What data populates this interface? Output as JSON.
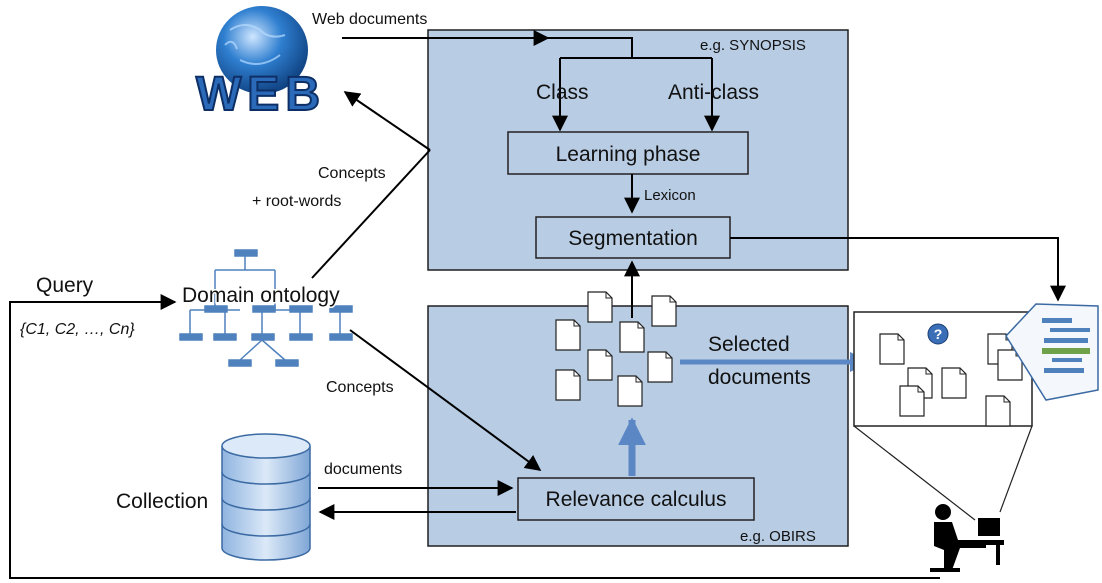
{
  "labels": {
    "web_documents": "Web documents",
    "synopsis_tag": "e.g. SYNOPSIS",
    "class": "Class",
    "anti_class": "Anti-class",
    "learning_phase": "Learning phase",
    "lexicon": "Lexicon",
    "segmentation": "Segmentation",
    "concepts_root_1": "Concepts",
    "concepts_root_2": "+ root-words",
    "query": "Query",
    "query_set": "{C1, C2, …, Cn}",
    "domain_ontology": "Domain ontology",
    "concepts": "Concepts",
    "selected_1": "Selected",
    "selected_2": "documents",
    "documents": "documents",
    "collection": "Collection",
    "relevance_calculus": "Relevance calculus",
    "obirs_tag": "e.g. OBIRS",
    "web_logo": "WEB",
    "question_mark": "?"
  },
  "colors": {
    "panel_fill": "#b8cce4",
    "panel_stroke": "#1f1f1f",
    "node_fill": "#4f81bd",
    "doc_fill": "#ffffff",
    "arrow_blue": "#5b87c5",
    "globe_blue": "#1f5fa8"
  },
  "icons": [
    "globe-icon",
    "database-icon",
    "user-at-computer-icon",
    "ontology-tree-icon",
    "document-icon",
    "help-icon"
  ]
}
